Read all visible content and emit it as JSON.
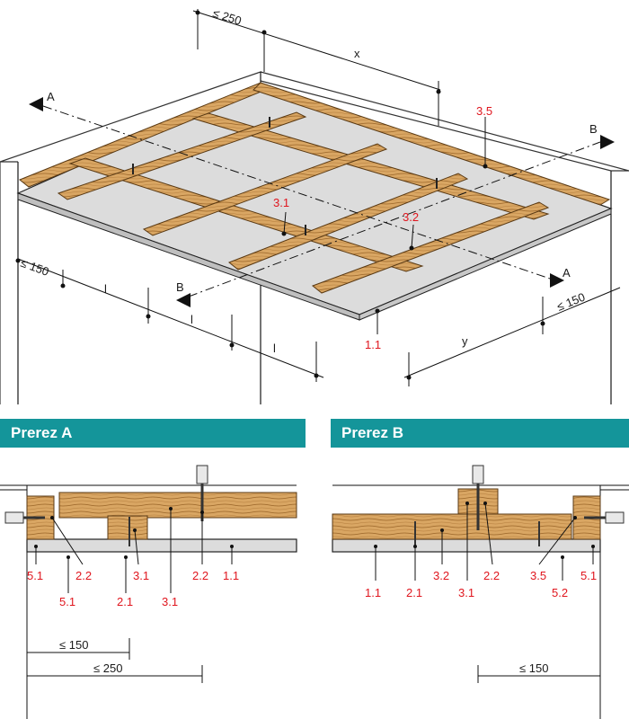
{
  "sections": {
    "a_title": "Prerez A",
    "b_title": "Prerez B"
  },
  "iso": {
    "cut_a_left": "A",
    "cut_a_right": "A",
    "cut_b_left": "B",
    "cut_b_right": "B",
    "dim_top": "≤ 250",
    "dim_x": "x",
    "dim_y": "y",
    "dim_left": "≤ 150",
    "dim_right": "≤ 150",
    "dim_l1": "l",
    "dim_l2": "l",
    "dim_l3": "l",
    "label_35": "3.5",
    "label_31": "3.1",
    "label_32": "3.2",
    "label_11": "1.1"
  },
  "section_a": {
    "labels": [
      "5.1",
      "2.2",
      "3.1",
      "3.1",
      "2.2",
      "1.1",
      "5.1",
      "2.1"
    ],
    "dim_150": "≤ 150",
    "dim_250": "≤ 250"
  },
  "section_b": {
    "labels": [
      "1.1",
      "2.1",
      "3.2",
      "3.1",
      "2.2",
      "3.5",
      "5.2",
      "5.1"
    ],
    "dim_150": "≤ 150"
  },
  "colors": {
    "teal": "#14959a",
    "wood": "#d7a565",
    "wood_dark": "#a8702f",
    "board": "#dcdcdc",
    "label_red": "#e0161e"
  }
}
